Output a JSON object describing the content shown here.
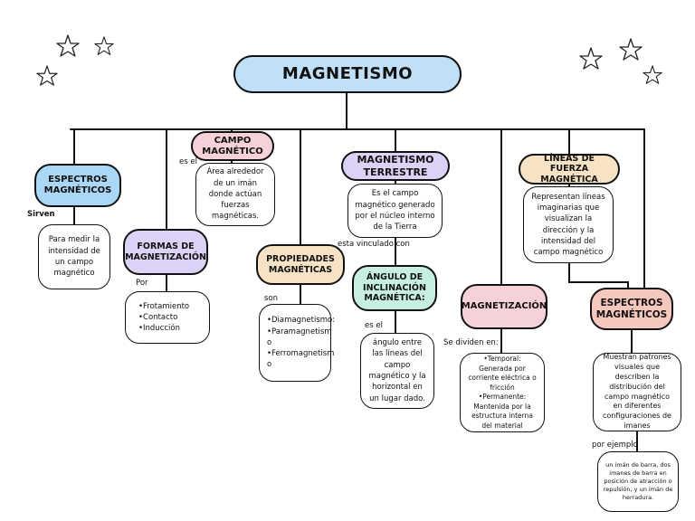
{
  "title": "MAGNETISMO",
  "colors": {
    "main": "#bfe0f7",
    "blue": "#a9d7f5",
    "purple": "#dcd2f5",
    "pink": "#f6d2d8",
    "peach": "#f7e2c4",
    "mint": "#c7eee2",
    "salmon": "#f5c7bd"
  },
  "nodes": {
    "espectros1": "ESPECTROS MAGNÉTICOS",
    "formas": "FORMAS DE MAGNETIZACIÓN",
    "campo": "CAMPO MAGNÉTICO",
    "propiedades": "PROPIEDADES MAGNÉTICAS",
    "terrestre": "MAGNETISMO TERRESTRE",
    "angulo": "ÁNGULO DE INCLINACIÓN MAGNÉTICA:",
    "magnetizacion": "MAGNETIZACIÓN",
    "lineas": "LÍNEAS DE FUERZA MAGNÉTICA",
    "espectros2": "ESPECTROS MAGNÉTICOS"
  },
  "connectors": {
    "sirven": "Sirven",
    "por": "Por",
    "es_el_campo": "es el",
    "son": "son",
    "vinculado": "esta vinculado con",
    "es_el_angulo": "es el",
    "dividen": "Se dividen en:",
    "por_ejemplo": "por ejemplo"
  },
  "boxes": {
    "espectros1": "Para medir la intensidad de un campo magnético",
    "formas": "•Frotamiento\n•Contacto\n•Inducción",
    "campo": "Área alrededor de un imán donde actúan fuerzas magnéticas.",
    "propiedades": "•Diamagnetismo:\n•Paramagnetism o\n•Ferromagnetism o",
    "terrestre": "Es el campo magnético generado por el núcleo interno de la Tierra",
    "angulo": "ángulo entre las líneas del campo magnético y la horizontal en un lugar dado.",
    "magnetizacion": "•Temporal: Generada por corriente eléctrica o fricción\n•Permanente: Mantenida por la estructura interna del material",
    "lineas": "Representan líneas imaginarias que visualizan la dirección y la intensidad del campo magnético",
    "espectros2": "Muestran patrones visuales que describen la distribución del campo magnético en diferentes configuraciones de imanes",
    "ejemplo": "un imán de barra, dos imanes de barra en posición de atracción o repulsión, y un imán de herradura."
  }
}
